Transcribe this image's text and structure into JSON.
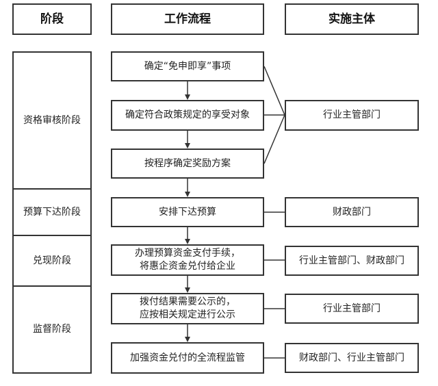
{
  "headers": {
    "stage": "阶段",
    "workflow": "工作流程",
    "actor": "实施主体"
  },
  "stages": [
    "资格审核阶段",
    "预算下达阶段",
    "兑现阶段",
    "监督阶段"
  ],
  "steps": [
    {
      "lines": [
        "确定“免申即享”事项"
      ]
    },
    {
      "lines": [
        "确定符合政策规定的享受对象"
      ]
    },
    {
      "lines": [
        "按程序确定奖励方案"
      ]
    },
    {
      "lines": [
        "安排下达预算"
      ]
    },
    {
      "lines": [
        "办理预算资金支付手续，",
        "将惠企资金兑付给企业"
      ]
    },
    {
      "lines": [
        "拨付结果需要公示的，",
        "应按相关规定进行公示"
      ]
    },
    {
      "lines": [
        "加强资金兑付的全流程监管"
      ]
    }
  ],
  "actors": [
    "行业主管部门",
    "财政部门",
    "行业主管部门、财政部门",
    "行业主管部门",
    "财政部门、行业主管部门"
  ]
}
